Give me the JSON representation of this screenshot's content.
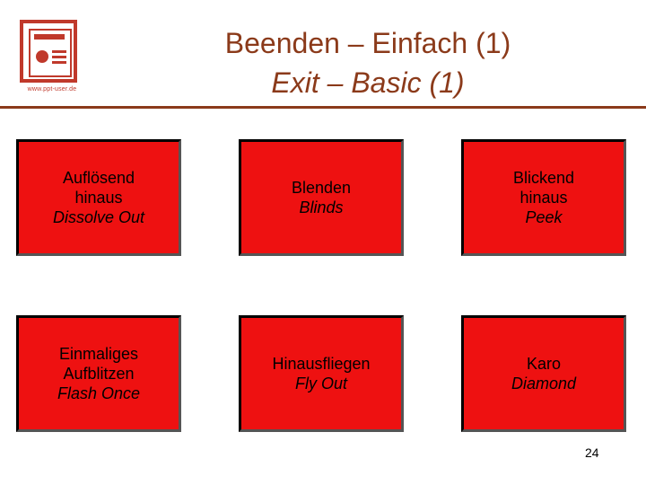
{
  "logo": {
    "url_text": "www.ppt-user.de"
  },
  "title": {
    "line1": "Beenden – Einfach (1)",
    "line2": "Exit – Basic (1)"
  },
  "colors": {
    "tile": "#ee1111",
    "title": "#8b3a1a",
    "rule": "#8b3a1a"
  },
  "tiles": [
    {
      "de": [
        "Auflösend",
        "hinaus"
      ],
      "en": "Dissolve Out"
    },
    {
      "de": [
        "Blenden"
      ],
      "en": "Blinds"
    },
    {
      "de": [
        "Blickend",
        "hinaus"
      ],
      "en": "Peek"
    },
    {
      "de": [
        "Einmaliges",
        "Aufblitzen"
      ],
      "en": "Flash Once"
    },
    {
      "de": [
        "Hinausfliegen"
      ],
      "en": "Fly Out"
    },
    {
      "de": [
        "Karo"
      ],
      "en": "Diamond"
    }
  ],
  "page_number": "24"
}
